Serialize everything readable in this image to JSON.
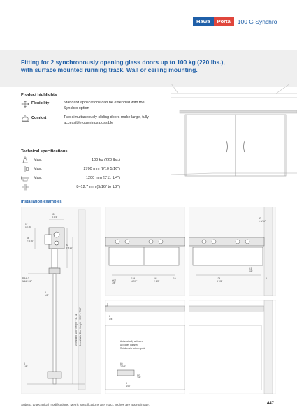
{
  "brand": {
    "hawa": "Hawa",
    "porta": "Porta",
    "product": "100 G Synchro"
  },
  "hero": {
    "title": "Fitting for 2 synchronously opening glass doors up to 100 kg (220 lbs.), with surface mounted running track. Wall or ceiling mounting."
  },
  "highlights": {
    "heading": "Product highlights",
    "items": [
      {
        "icon": "flexibility-icon",
        "label": "Flexibility",
        "text": "Standard applications can be extended with the Synchro option"
      },
      {
        "icon": "comfort-icon",
        "label": "Comfort",
        "text": "Two simultaneously sliding doors make large, fully accessible openings possible"
      }
    ]
  },
  "specs": {
    "heading": "Technical specifications",
    "rows": [
      {
        "icon": "weight-icon",
        "label": "Max.",
        "value": "100 kg (220 lbs.)"
      },
      {
        "icon": "height-icon",
        "label": "Max.",
        "value": "2700 mm (8'10 5/16\")"
      },
      {
        "icon": "width-icon",
        "label": "Max.",
        "value": "1200 mm (3'11 1/4\")"
      },
      {
        "icon": "thickness-icon",
        "label": "",
        "value": "8–12.7 mm (5/16\" to 1/2\")"
      }
    ]
  },
  "installation": {
    "heading": "Installation examples",
    "dims": {
      "d95": "95",
      "d3_3_4": "3 3/4\"",
      "d17": "17",
      "d11_16": "11/16\"",
      "d58": "58",
      "d2_5_16": "2 5/16\"",
      "d90": "90",
      "d3_9_16": "3 9/16\"",
      "d3": "3",
      "d1_8": "1/8\"",
      "d8_12": "8-12.7",
      "d5_16_1_2": "5/16\"-1/2\"",
      "d3b": "3",
      "d1_8b": "1/8\"",
      "d22_7": "22.7",
      "d7_8": "7/8\"",
      "d64": "64",
      "d2_1_2": "2 1/2\"",
      "d10": "10",
      "d124": "124",
      "d4_7_8": "4 7/8\"",
      "d7": "7",
      "d1_4": "1/4\"",
      "d6": "6",
      "d30": "30",
      "d1_3_16": "1 3/16\"",
      "d9_5": "9.5",
      "d3_8": "3/8\"",
      "d8": "8",
      "dms": "Door Width/ Door Height + 4 - 11",
      "dmsus": "Door Width/ Door Height + 5/32\" - 7/16\"",
      "note1": "Automatically activated",
      "note2": "All edges polished",
      "note3": "Rotation via bottom guide",
      "d60": "60",
      "d2_3_8": "2 3/8\"",
      "d10b": "10",
      "d3_8b": "3/8\"",
      "d4": "4",
      "d5_32": "5/32\""
    }
  },
  "footer": {
    "note": "Subject to technical modifications. Metric specifications are exact, Inches are approximate.",
    "page": "447"
  }
}
